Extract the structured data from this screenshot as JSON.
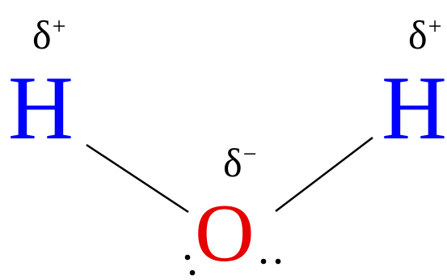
{
  "molecule": {
    "atoms": {
      "hydrogen_left": "H",
      "hydrogen_right": "H",
      "oxygen": "O"
    },
    "partial_charges": {
      "hydrogen_left": {
        "symbol": "δ",
        "sign": "+"
      },
      "hydrogen_right": {
        "symbol": "δ",
        "sign": "+"
      },
      "oxygen": {
        "symbol": "δ",
        "sign": "−"
      }
    }
  },
  "colors": {
    "hydrogen": "#0000ff",
    "oxygen": "#e60000",
    "bonds": "#000000",
    "charges": "#000000"
  }
}
